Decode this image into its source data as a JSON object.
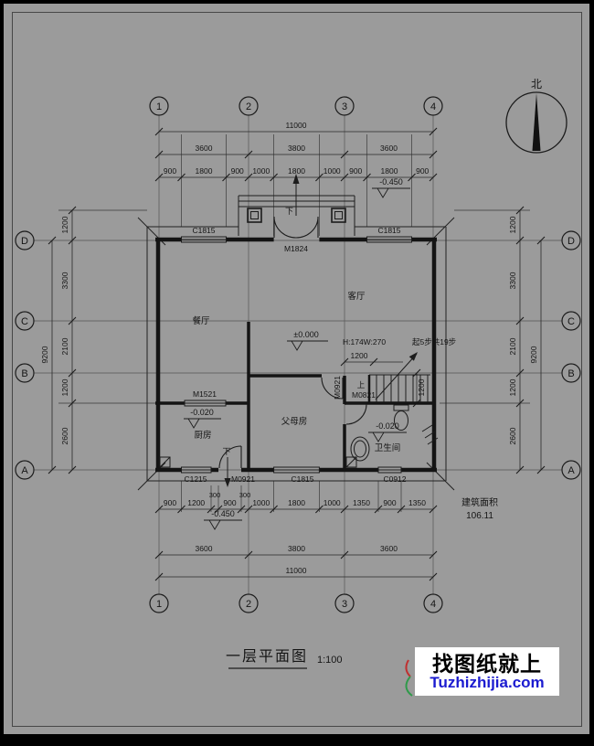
{
  "title": {
    "text": "一层平面图",
    "scale": "1:100"
  },
  "north_label": "北",
  "area": {
    "label": "建筑面积",
    "value": "106.11"
  },
  "watermark": {
    "line1": "找图纸就上",
    "line2": "Tuzhizhijia.com",
    "link_color": "#1b1bd0"
  },
  "grid": {
    "cols": [
      "1",
      "2",
      "3",
      "4"
    ],
    "rows": [
      "D",
      "C",
      "B",
      "A"
    ]
  },
  "dims": {
    "top": {
      "overall": "11000",
      "majors": [
        "3600",
        "3800",
        "3600"
      ],
      "details": [
        "900",
        "1800",
        "900",
        "1000",
        "1800",
        "1000",
        "900",
        "1800",
        "900"
      ]
    },
    "bottom": {
      "overall": "11000",
      "majors": [
        "3600",
        "3800",
        "3600"
      ],
      "details": [
        "900",
        "1200",
        "300",
        "900",
        "300",
        "1000",
        "1800",
        "1000",
        "1350",
        "900",
        "1350"
      ]
    },
    "left": {
      "overall": "9200",
      "details": [
        "1200",
        "3300",
        "2100",
        "1200",
        "2600"
      ]
    },
    "right": {
      "overall": "9200",
      "details": [
        "1200",
        "3300",
        "2100",
        "1200",
        "2600"
      ]
    }
  },
  "rooms": {
    "dining": "餐厅",
    "living": "客厅",
    "kitchen": "厨房",
    "parents": "父母房",
    "bath": "卫生间"
  },
  "openings": {
    "top_window_left": "C1815",
    "top_window_right": "C1815",
    "entry_door": "M1824",
    "dining_kitchen": "M1521",
    "parents_door": "M0921",
    "bath_door": "M0821",
    "bottom_window_kitchen": "C1215",
    "bottom_door": "M0921",
    "bottom_window_parents": "C1815",
    "bottom_window_bath": "C0912"
  },
  "levels": {
    "main": "±0.000",
    "kitchen": "-0.020",
    "bath": "-0.020",
    "porch_top": "-0.450",
    "porch_bottom": "-0.450"
  },
  "stair": {
    "note_size": "H:174W:270",
    "note_steps": "起5步共19步",
    "dim_landing": "1200",
    "dim_width": "1200",
    "up": "上"
  },
  "markers": {
    "down_entry": "下",
    "down_kitchen": "下"
  }
}
